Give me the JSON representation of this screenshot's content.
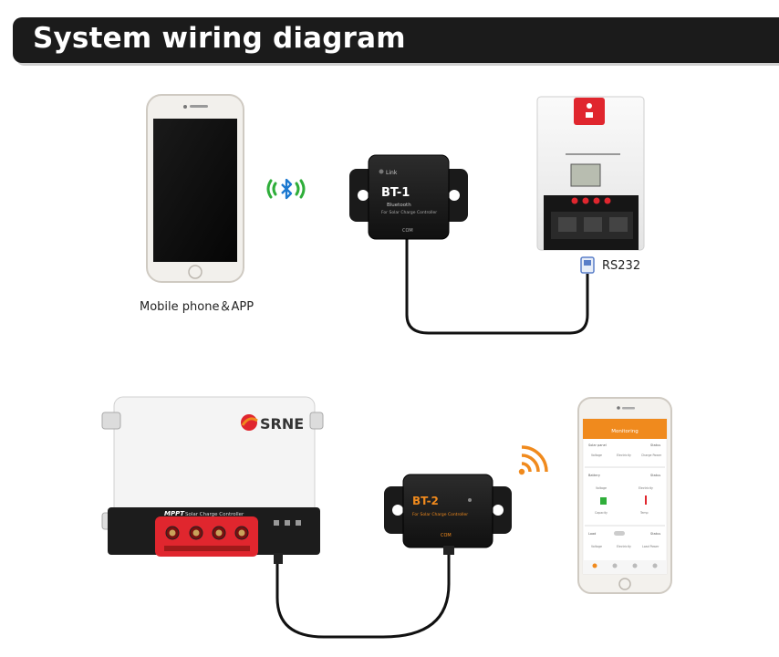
{
  "header": {
    "title": "System wiring diagram"
  },
  "labels": {
    "phone1_caption": "Mobile phone＆APP",
    "rs232": "RS232"
  },
  "bt1": {
    "name": "BT-1",
    "status": "Link",
    "bt_text": "Bluetooth",
    "subtitle": "For Solar Charge Controller",
    "port": "COM"
  },
  "bt2": {
    "name": "BT-2",
    "subtitle": "For Solar Charge Controller",
    "port": "COM"
  },
  "controller2": {
    "brand": "SRNE",
    "model_prefix": "MPPT",
    "model_text": "Solar Charge Controller"
  },
  "app": {
    "header": "Monitoring",
    "sections": [
      {
        "title": "Solar panel",
        "status": "Status",
        "fields": [
          "Voltage",
          "Electricity",
          "Charge Power"
        ]
      },
      {
        "title": "Battery",
        "status": "Status",
        "fields": [
          "Voltage",
          "Electricity",
          "Capacity",
          "Temp"
        ]
      },
      {
        "title": "Load",
        "status": "Status",
        "fields": [
          "Voltage",
          "Electricity",
          "Load Power"
        ]
      }
    ]
  },
  "colors": {
    "accent_orange": "#f08a1d",
    "bt_green": "#2fae3a",
    "bt_blue": "#1b78d0",
    "controller_red": "#e0262e"
  },
  "icons": {
    "wireless": "bluetooth-icon",
    "signal": "wifi-signal-icon",
    "port": "rs232-plug-icon"
  }
}
